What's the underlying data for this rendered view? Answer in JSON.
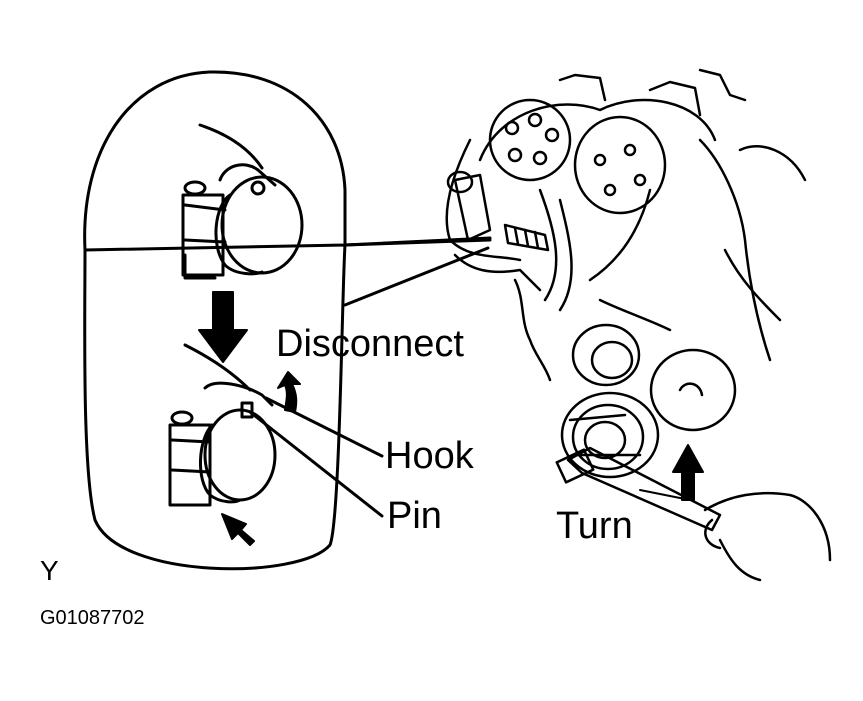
{
  "labels": {
    "disconnect": "Disconnect",
    "hook": "Hook",
    "pin": "Pin",
    "turn": "Turn"
  },
  "corner_mark": "Y",
  "figure_id": "G01087702",
  "colors": {
    "ink": "#000000",
    "paper": "#ffffff"
  }
}
